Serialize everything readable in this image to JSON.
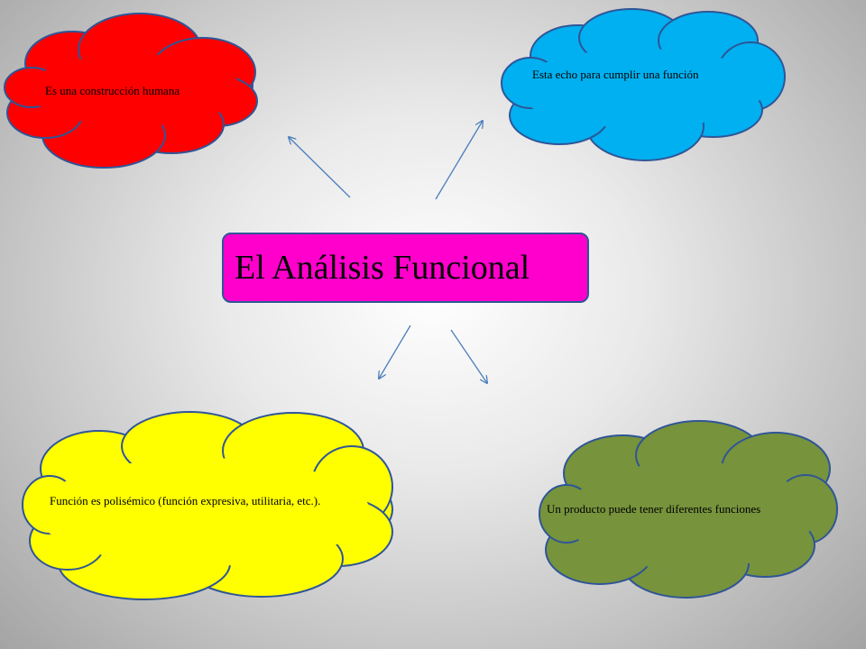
{
  "central": {
    "title": "El Análisis Funcional",
    "fill": "#ff00cc"
  },
  "clouds": {
    "red": {
      "text": "Es una construcción  humana",
      "fill": "#ff0000"
    },
    "blue": {
      "text": "Esta echo para cumplir  una función",
      "fill": "#00b0f0"
    },
    "yellow": {
      "text": "Función es polisémico  (función  expresiva,  utilitaria, etc.).",
      "fill": "#ffff00"
    },
    "green": {
      "text": "Un producto puede tener diferentes funciones",
      "fill": "#77933c"
    }
  },
  "colors": {
    "outline": "#2f5597",
    "arrow": "#4a7ebb"
  }
}
